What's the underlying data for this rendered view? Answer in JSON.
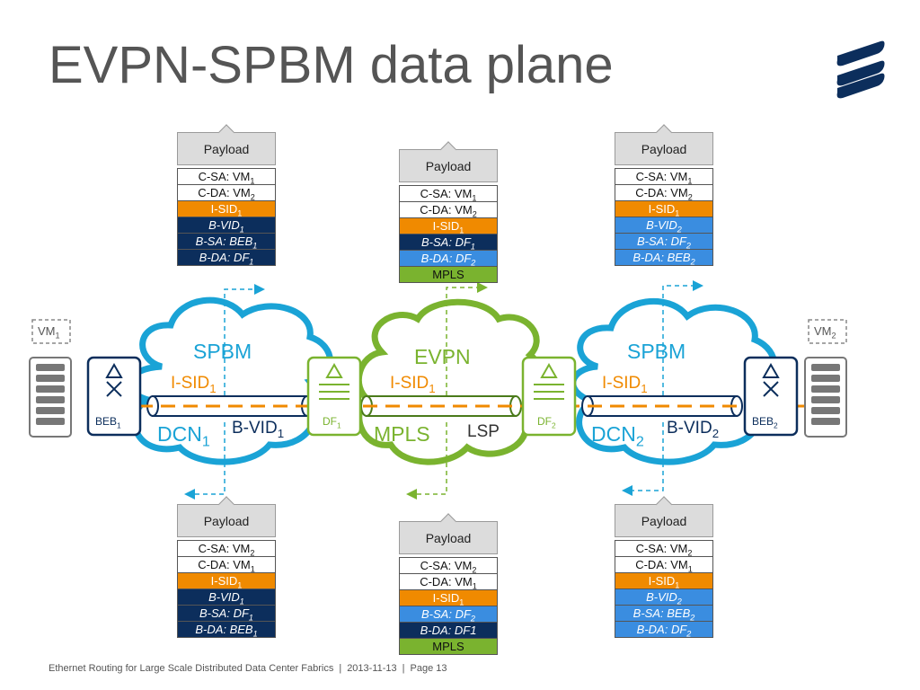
{
  "title": "EVPN-SPBM data plane",
  "footer": {
    "doc": "Ethernet Routing for Large Scale Distributed Data Center Fabrics",
    "date": "2013-11-13",
    "page": "Page 13"
  },
  "colors": {
    "spbm_cloud": "#1aa3d6",
    "evpn_cloud": "#7ab32f",
    "navy": "#0c2e5c",
    "orange": "#f08a00",
    "blue": "#3a8de0",
    "gray": "#888888"
  },
  "labels": {
    "vm1": "VM",
    "vm1_sub": "1",
    "vm2": "VM",
    "vm2_sub": "2",
    "beb1": "BEB",
    "beb1_sub": "1",
    "beb2": "BEB",
    "beb2_sub": "2",
    "df1": "DF",
    "df1_sub": "1",
    "df2": "DF",
    "df2_sub": "2",
    "spbm_left": "SPBM",
    "spbm_right": "SPBM",
    "evpn": "EVPN",
    "isid_left": "I-SID",
    "isid_left_sub": "1",
    "isid_mid": "I-SID",
    "isid_mid_sub": "1",
    "isid_right": "I-SID",
    "isid_right_sub": "1",
    "dcn1": "DCN",
    "dcn1_sub": "1",
    "dcn2": "DCN",
    "dcn2_sub": "2",
    "bvid1": "B-VID",
    "bvid1_sub": "1",
    "bvid2": "B-VID",
    "bvid2_sub": "2",
    "mpls": "MPLS",
    "lsp": "LSP"
  },
  "stacks": {
    "top_left": {
      "payload": "Payload",
      "rows": [
        {
          "t": "C-SA: VM",
          "s": "1",
          "c": "white"
        },
        {
          "t": "C-DA: VM",
          "s": "2",
          "c": "white"
        },
        {
          "t": "I-SID",
          "s": "1",
          "c": "orange"
        },
        {
          "t": "B-VID",
          "s": "1",
          "c": "navy"
        },
        {
          "t": "B-SA: BEB",
          "s": "1",
          "c": "navy"
        },
        {
          "t": "B-DA: DF",
          "s": "1",
          "c": "navy"
        }
      ]
    },
    "top_mid": {
      "payload": "Payload",
      "rows": [
        {
          "t": "C-SA: VM",
          "s": "1",
          "c": "white"
        },
        {
          "t": "C-DA: VM",
          "s": "2",
          "c": "white"
        },
        {
          "t": "I-SID",
          "s": "1",
          "c": "orange"
        },
        {
          "t": "B-SA: DF",
          "s": "1",
          "c": "navy"
        },
        {
          "t": "B-DA: DF",
          "s": "2",
          "c": "blue"
        },
        {
          "t": "MPLS",
          "s": "",
          "c": "green"
        }
      ]
    },
    "top_right": {
      "payload": "Payload",
      "rows": [
        {
          "t": "C-SA: VM",
          "s": "1",
          "c": "white"
        },
        {
          "t": "C-DA: VM",
          "s": "2",
          "c": "white"
        },
        {
          "t": "I-SID",
          "s": "1",
          "c": "orange"
        },
        {
          "t": "B-VID",
          "s": "2",
          "c": "blue"
        },
        {
          "t": "B-SA: DF",
          "s": "2",
          "c": "blue"
        },
        {
          "t": "B-DA: BEB",
          "s": "2",
          "c": "blue"
        }
      ]
    },
    "bottom_left": {
      "payload": "Payload",
      "rows": [
        {
          "t": "C-SA: VM",
          "s": "2",
          "c": "white"
        },
        {
          "t": "C-DA: VM",
          "s": "1",
          "c": "white"
        },
        {
          "t": "I-SID",
          "s": "1",
          "c": "orange"
        },
        {
          "t": "B-VID",
          "s": "1",
          "c": "navy"
        },
        {
          "t": "B-SA: DF",
          "s": "1",
          "c": "navy"
        },
        {
          "t": "B-DA: BEB",
          "s": "1",
          "c": "navy"
        }
      ]
    },
    "bottom_mid": {
      "payload": "Payload",
      "rows": [
        {
          "t": "C-SA: VM",
          "s": "2",
          "c": "white"
        },
        {
          "t": "C-DA: VM",
          "s": "1",
          "c": "white"
        },
        {
          "t": "I-SID",
          "s": "1",
          "c": "orange"
        },
        {
          "t": "B-SA: DF",
          "s": "2",
          "c": "blue"
        },
        {
          "t": "B-DA: DF1",
          "s": "",
          "c": "navy"
        },
        {
          "t": "MPLS",
          "s": "",
          "c": "green"
        }
      ]
    },
    "bottom_right": {
      "payload": "Payload",
      "rows": [
        {
          "t": "C-SA: VM",
          "s": "2",
          "c": "white"
        },
        {
          "t": "C-DA: VM",
          "s": "1",
          "c": "white"
        },
        {
          "t": "I-SID",
          "s": "1",
          "c": "orange"
        },
        {
          "t": "B-VID",
          "s": "2",
          "c": "blue"
        },
        {
          "t": "B-SA: BEB",
          "s": "2",
          "c": "blue"
        },
        {
          "t": "B-DA: DF",
          "s": "2",
          "c": "blue"
        }
      ]
    }
  }
}
